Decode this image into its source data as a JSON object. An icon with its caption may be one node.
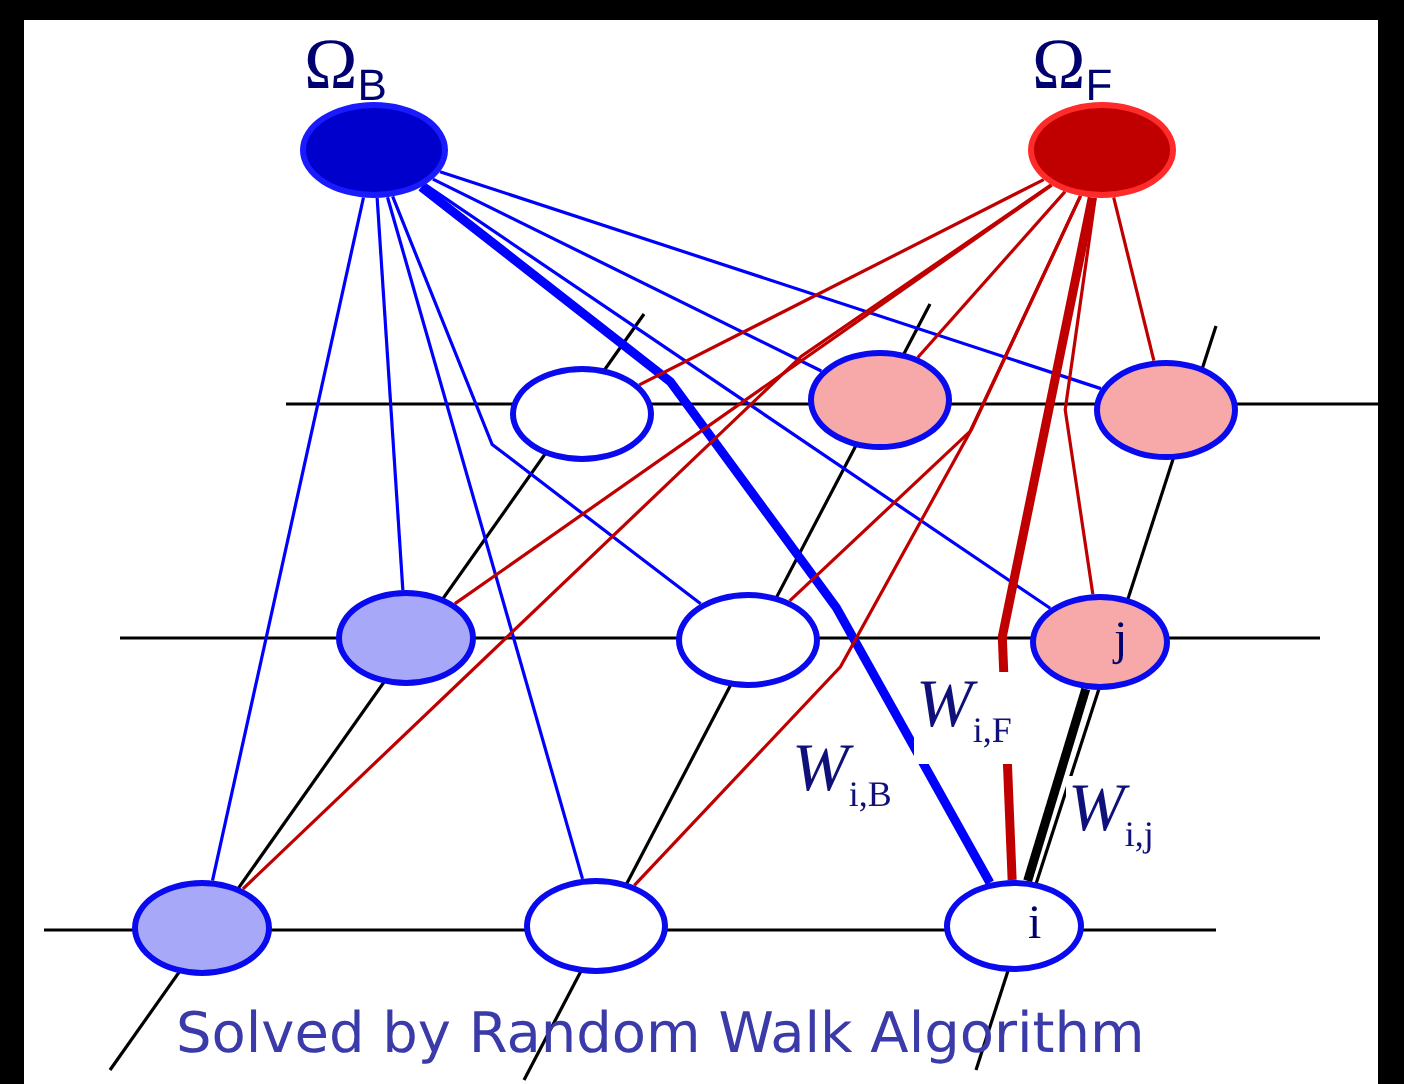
{
  "diagram": {
    "caption": "Solved by Random Walk Algorithm",
    "nodes": [
      {
        "text": [
          "Ω$_{B}$"
        ]
      },
      {
        "text": [
          "Ω$_{F}$"
        ]
      },
      {
        "text": [],
        "shape": "circle"
      },
      {
        "text": [],
        "shape": "circle"
      },
      {
        "text": [],
        "shape": "circle"
      },
      {
        "text": [],
        "shape": "circle"
      },
      {
        "text": [],
        "shape": "circle"
      },
      {
        "text": [
          "j"
        ]
      },
      {
        "text": [],
        "shape": "circle"
      },
      {
        "text": [],
        "shape": "circle"
      },
      {
        "text": [
          "i"
        ]
      }
    ],
    "edges": [
      {
        "from": 0,
        "to": 8,
        "arrow": "none",
        "color": "#0000ff"
      },
      {
        "from": 0,
        "to": 5,
        "arrow": "none",
        "color": "#0000ff"
      },
      {
        "from": 0,
        "to": 9,
        "arrow": "none",
        "color": "#0000ff"
      },
      {
        "from": 0,
        "to": 10,
        "arrow": "none",
        "color": "#0000ff",
        "style": "thick",
        "label": "*W*$_{i,B}$"
      },
      {
        "from": 0,
        "to": 6,
        "arrow": "none",
        "color": "#0000ff"
      },
      {
        "from": 0,
        "to": 3,
        "arrow": "none",
        "color": "#0000ff"
      },
      {
        "from": 0,
        "to": 4,
        "arrow": "none",
        "color": "#0000ff"
      },
      {
        "from": 0,
        "to": 7,
        "arrow": "none",
        "color": "#0000ff"
      },
      {
        "from": 1,
        "to": 8,
        "arrow": "none"
      },
      {
        "from": 1,
        "to": 5,
        "arrow": "none"
      },
      {
        "from": 1,
        "to": 2,
        "arrow": "none"
      },
      {
        "from": 1,
        "to": 9,
        "arrow": "none"
      },
      {
        "from": 1,
        "to": 6,
        "arrow": "none"
      },
      {
        "from": 1,
        "to": 3,
        "arrow": "none"
      },
      {
        "from": 1,
        "to": 7,
        "arrow": "none"
      },
      {
        "from": 1,
        "to": 10,
        "arrow": "none",
        "style": "thick",
        "label": "*W*$_{i,F}$"
      },
      {
        "from": 1,
        "to": 4,
        "arrow": "none"
      },
      {
        "from": 10,
        "to": 7,
        "arrow": "none",
        "color": "#000000",
        "style": "thick",
        "label": "*W*$_{i,j}$"
      }
    ]
  }
}
